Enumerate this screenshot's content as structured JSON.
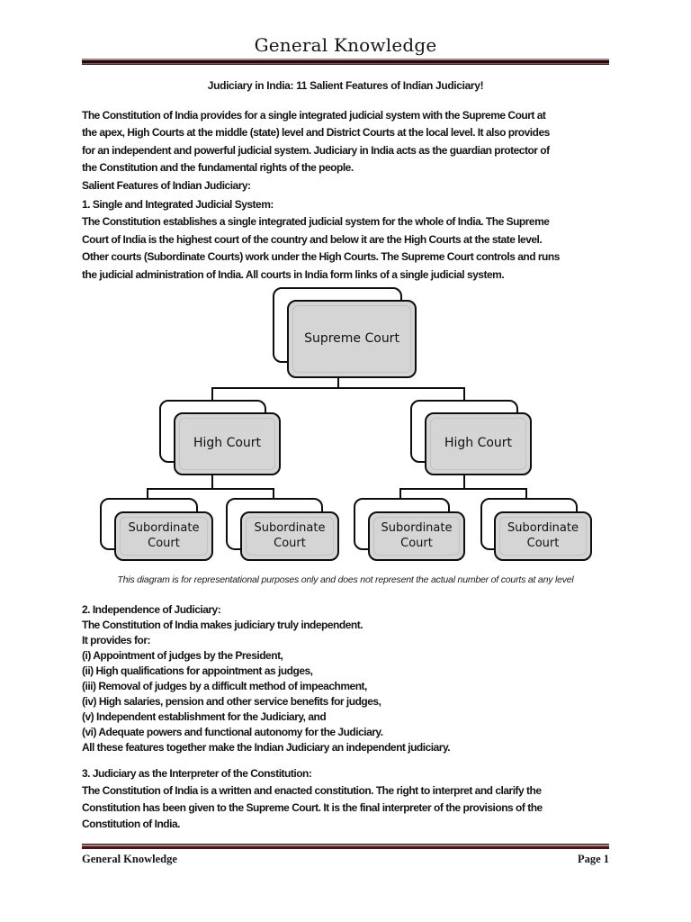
{
  "header": {
    "title": "General Knowledge"
  },
  "document": {
    "title": "Judiciary in India: 11 Salient Features of Indian Judiciary!",
    "intro": {
      "lines": [
        "The Constitution of India provides for a single integrated judicial system with the Supreme Court at",
        "the apex, High Courts at the middle (state) level and District Courts at the local level. It also provides",
        "for an independent and powerful judicial system. Judiciary in India acts as the guardian protector of",
        "the Constitution and the fundamental rights of the people.",
        "Salient Features of Indian Judiciary:"
      ]
    },
    "sections": [
      {
        "heading": "1. Single and Integrated Judicial System:",
        "lines": [
          "The Constitution establishes a single integrated judicial system for the whole of India. The Supreme",
          "Court of India is the highest court of the country and below it are the High Courts at the state level.",
          "Other courts (Subordinate Courts) work under the High Courts. The Supreme Court controls and runs",
          "the judicial administration of India. All courts in India form links of a single judicial system."
        ]
      },
      {
        "heading": "2. Independence of Judiciary:",
        "lines": [
          "The Constitution of India makes judiciary truly independent.",
          "It provides for:",
          "(i) Appointment of judges by the President,",
          "(ii) High qualifications for appointment as judges,",
          "(iii) Removal of judges by a difficult method of impeachment,",
          "(iv) High salaries, pension and other service benefits for judges,",
          "(v) Independent establishment for the Judiciary, and",
          "(vi) Adequate powers and functional autonomy for the Judiciary.",
          "All these features together make the Indian Judiciary an independent judiciary."
        ]
      },
      {
        "heading": "3. Judiciary as the Interpreter of the Constitution:",
        "lines": [
          "The Constitution of India is a written and enacted constitution. The right to interpret and clarify the",
          "Constitution has been given to the Supreme Court. It is the final interpreter of the provisions of the",
          "Constitution of India."
        ]
      }
    ]
  },
  "diagram": {
    "nodes": {
      "supreme": "Supreme Court",
      "high_left": "High Court",
      "high_right": "High Court",
      "sub_1": "Subordinate Court",
      "sub_2": "Subordinate Court",
      "sub_3": "Subordinate Court",
      "sub_4": "Subordinate Court"
    },
    "caption": "This diagram is for representational purposes only and does not represent the actual number of courts at any level"
  },
  "footer": {
    "left": "General Knowledge",
    "right": "Page 1"
  },
  "colors": {
    "rule_dark": "#260909",
    "rule_maroon": "#4a1515",
    "rule_light": "#a58888",
    "node_fill": "#d5d5d5",
    "node_border": "#0d0d0d"
  }
}
